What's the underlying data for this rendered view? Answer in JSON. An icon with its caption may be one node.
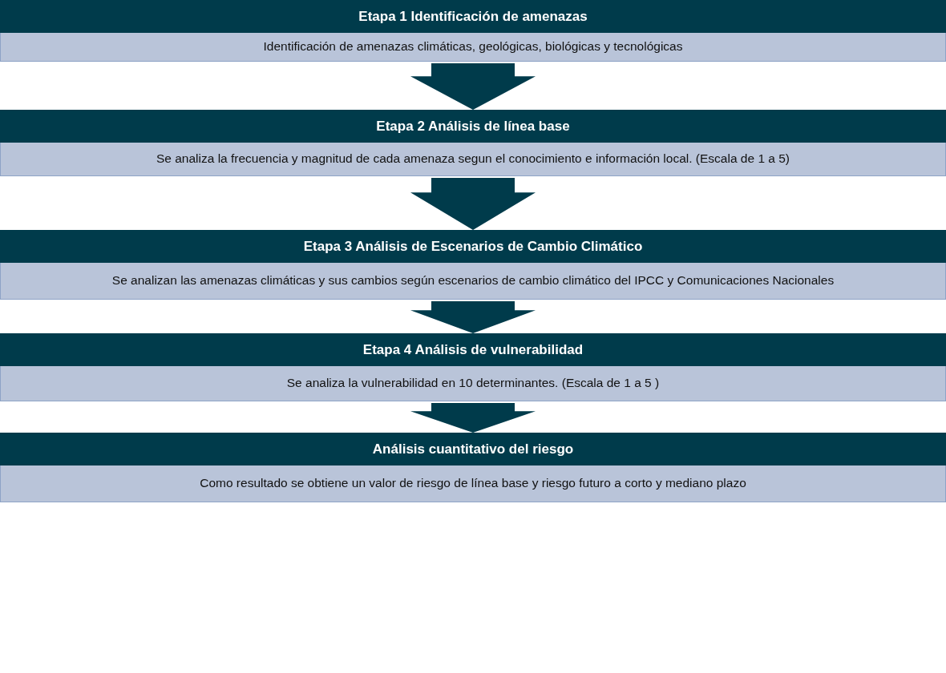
{
  "diagram": {
    "nodes": [
      {
        "text": [
          "Etapa 1 Identificación de amenazas",
          "Identificación de amenazas climáticas, geológicas, biológicas y tecnológicas"
        ]
      },
      {
        "text": [
          "Etapa 2 Análisis de línea base",
          "Se analiza la frecuencia y magnitud de cada amenaza segun el conocimiento e información local. (Escala de 1 a 5)"
        ]
      },
      {
        "text": [
          "Etapa 3 Análisis de Escenarios de Cambio Climático",
          "Se analizan las amenazas climáticas  y sus cambios según escenarios de cambio climático del IPCC y Comunicaciones Nacionales"
        ]
      },
      {
        "text": [
          "Etapa 4 Análisis de vulnerabilidad",
          "Se analiza la vulnerabilidad en 10 determinantes. (Escala de 1 a 5 )"
        ]
      },
      {
        "text": [
          "Análisis cuantitativo del riesgo",
          "Como resultado se obtiene un valor de riesgo de línea base y riesgo futuro a corto y mediano plazo"
        ]
      }
    ],
    "edges": [
      {
        "from": 0,
        "to": 1,
        "arrow": "to"
      },
      {
        "from": 1,
        "to": 2,
        "arrow": "to"
      },
      {
        "from": 2,
        "to": 3,
        "arrow": "to"
      },
      {
        "from": 3,
        "to": 4,
        "arrow": "to"
      }
    ]
  }
}
